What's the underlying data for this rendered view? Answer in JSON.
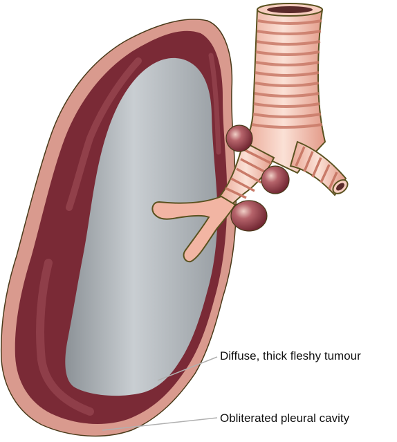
{
  "diagram": {
    "labels": {
      "tumour": "Diffuse, thick fleshy tumour",
      "pleural": "Obliterated pleural cavity"
    },
    "parts": [
      "lung",
      "tumour-rind",
      "trachea",
      "bronchi",
      "lymph-nodes"
    ],
    "colors": {
      "tumour_dark": "#7a2a36",
      "tumour_light": "#d99a8e",
      "lung_grey": "#aeb3b8",
      "airway": "#f2b5a3",
      "airway_outline": "#5a5220",
      "node": "#8a3b42",
      "leader_line": "#b0b0b0"
    }
  }
}
